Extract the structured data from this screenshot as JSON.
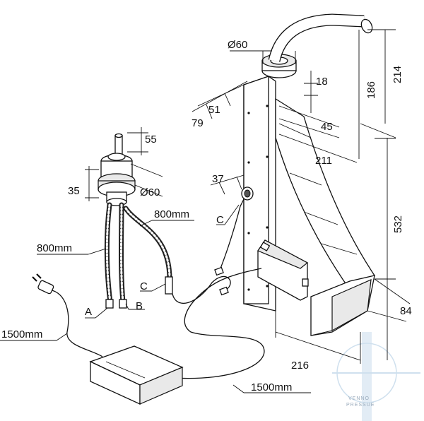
{
  "labels": {
    "d60_top": "Ø60",
    "d60_mid": "Ø60",
    "dim_18": "18",
    "dim_186": "186",
    "dim_214": "214",
    "dim_51": "51",
    "dim_79": "79",
    "dim_45": "45",
    "dim_211": "211",
    "dim_55": "55",
    "dim_35": "35",
    "dim_37": "37",
    "dim_532": "532",
    "dim_84": "84",
    "dim_216": "216",
    "hose_800_right": "800mm",
    "hose_800_left": "800mm",
    "cable_1500_left": "1500mm",
    "cable_1500_bottom": "1500mm",
    "conn_c_upper": "C",
    "conn_c_lower": "C",
    "conn_a": "A",
    "conn_b": "B"
  },
  "watermark": {
    "line1": "VENNO",
    "line2": "PRESSUE"
  },
  "colors": {
    "stroke": "#111111",
    "background": "#ffffff",
    "watermark": "#99aabb"
  }
}
